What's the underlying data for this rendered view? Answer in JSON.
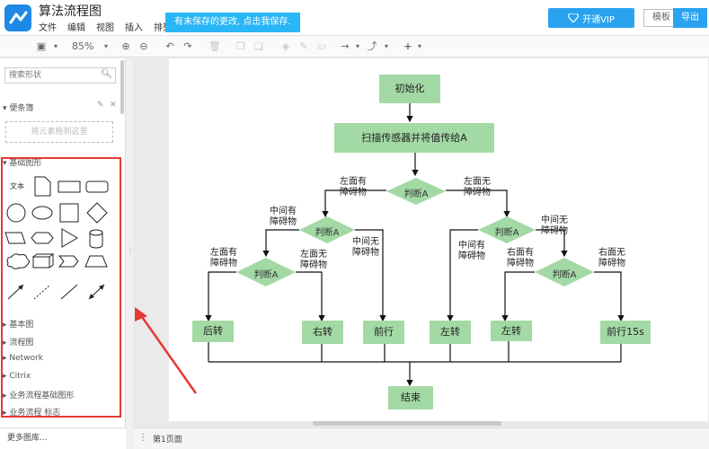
{
  "header": {
    "app_title": "算法流程图",
    "menu": [
      "文件",
      "编辑",
      "视图",
      "插入",
      "排列"
    ],
    "save_notice": "有未保存的更改, 点击我保存.",
    "vip_label": "开通VIP",
    "template_label": "模板",
    "export_label": "导出"
  },
  "toolbar": {
    "zoom": "85%"
  },
  "sidebar": {
    "search_placeholder": "搜索形状",
    "scratchpad_title": "便条簿",
    "scratchpad_hint": "将元素拖到这里",
    "basic_shapes_title": "基础图形",
    "shape_text_label": "文本",
    "categories": [
      "基本图",
      "流程图",
      "Network",
      "Citrix",
      "业务流程基础图形",
      "业务流程 标志"
    ],
    "more_shapes": "更多图库..."
  },
  "bottom": {
    "page_tab": "第1页面"
  },
  "flowchart": {
    "start": "初始化",
    "scan": "扫描传感器并将值传给A",
    "judge": "判断A",
    "left_obstacle": "左面有\n障碍物",
    "left_clear": "左面无\n障碍物",
    "mid_obstacle": "中间有\n障碍物",
    "mid_clear": "中间无\n障碍物",
    "right_obstacle": "右面有\n障碍物",
    "right_clear": "右面无\n障碍物",
    "turn_back": "后转",
    "turn_right": "右转",
    "forward": "前行",
    "turn_left": "左转",
    "forward_15s": "前行15s",
    "end": "结束"
  },
  "colors": {
    "node_fill": "#a3d9a5",
    "accent": "#29a3f0",
    "highlight": "#e53935"
  }
}
